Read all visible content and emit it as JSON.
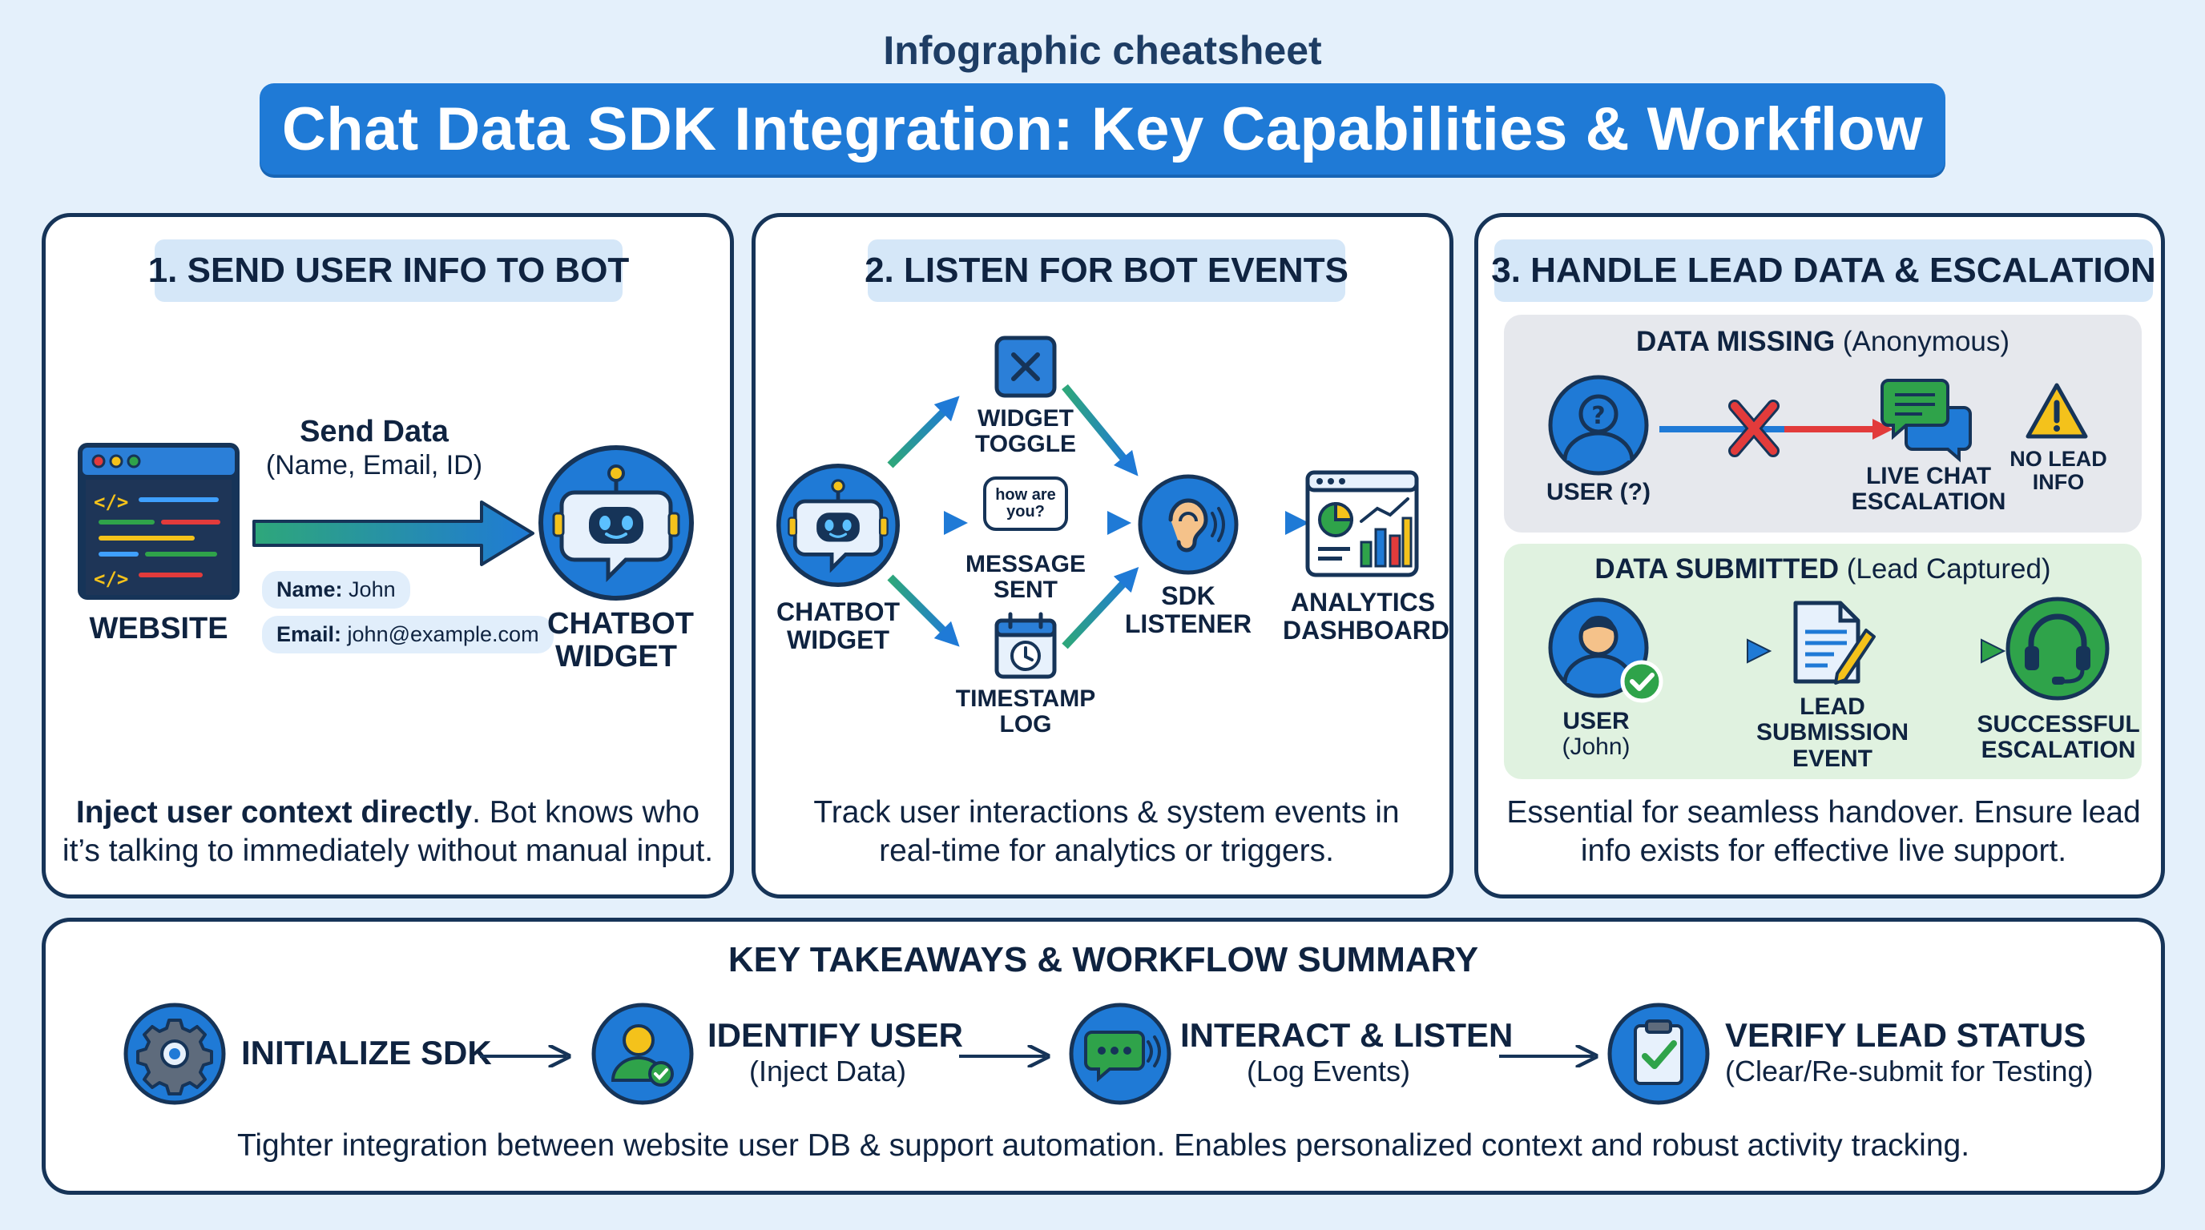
{
  "header": {
    "subtitle": "Infographic cheatsheet",
    "title": "Chat Data SDK Integration: Key Capabilities & Workflow"
  },
  "panel1": {
    "heading": "1. SEND USER INFO TO BOT",
    "arrow_label_title": "Send Data",
    "arrow_label_sub": "(Name, Email, ID)",
    "website_label": "WEBSITE",
    "chatbot_label": "CHATBOT WIDGET",
    "tag_name_key": "Name:",
    "tag_name_value": "John",
    "tag_email_key": "Email:",
    "tag_email_value": "john@example.com",
    "desc_bold": "Inject user context directly",
    "desc_rest": ". Bot knows who it’s talking to immediately without manual input."
  },
  "panel2": {
    "heading": "2. LISTEN FOR BOT EVENTS",
    "chatbot_label": "CHATBOT WIDGET",
    "toggle_label": "WIDGET TOGGLE",
    "bubble_text": "how are you?",
    "message_label": "MESSAGE SENT",
    "timestamp_label": "TIMESTAMP LOG",
    "listener_label": "SDK LISTENER",
    "dashboard_label": "ANALYTICS DASHBOARD",
    "desc": "Track user interactions & system events in real-time for analytics or triggers."
  },
  "panel3": {
    "heading": "3. HANDLE LEAD DATA & ESCALATION",
    "missing_title_bold": "DATA MISSING",
    "missing_title_rest": " (Anonymous)",
    "missing_user_label": "USER (?)",
    "missing_chat_label": "LIVE CHAT ESCALATION",
    "missing_warn_label": "NO LEAD INFO",
    "submitted_title_bold": "DATA SUBMITTED",
    "submitted_title_rest": " (Lead Captured)",
    "submitted_user_label": "USER",
    "submitted_user_name": "(John)",
    "submitted_event_label": "LEAD SUBMISSION EVENT",
    "submitted_success_label": "SUCCESSFUL ESCALATION",
    "desc": "Essential for seamless handover. Ensure lead info exists for effective live support."
  },
  "summary": {
    "heading": "KEY TAKEAWAYS & WORKFLOW SUMMARY",
    "steps": [
      {
        "title": "INITIALIZE SDK",
        "sub": ""
      },
      {
        "title": "IDENTIFY USER",
        "sub": "(Inject Data)"
      },
      {
        "title": "INTERACT & LISTEN",
        "sub": "(Log Events)"
      },
      {
        "title": "VERIFY LEAD STATUS",
        "sub": "(Clear/Re-submit for Testing)"
      }
    ],
    "footer": "Tighter integration between website user DB & support automation. Enables personalized context and robust activity tracking."
  },
  "colors": {
    "primary_blue": "#1f7ad6",
    "navy": "#163458",
    "teal_green": "#2fa34a",
    "error_red": "#e23b3b",
    "warning_yellow": "#f4c21b"
  }
}
